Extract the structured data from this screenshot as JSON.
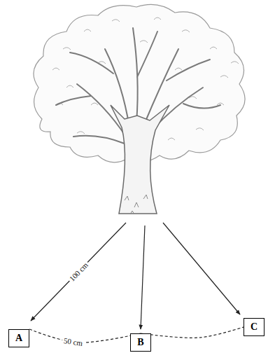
{
  "diagram": {
    "nodes": [
      {
        "text": [
          "A"
        ]
      },
      {
        "text": [
          "B"
        ]
      },
      {
        "text": [
          "C"
        ]
      }
    ],
    "edges": [
      {
        "from": 0,
        "to": 1,
        "label": "50 cm",
        "arrow": "none"
      },
      {
        "from": 1,
        "to": 2,
        "arrow": "none"
      }
    ],
    "labels": [
      "100 cm"
    ]
  }
}
